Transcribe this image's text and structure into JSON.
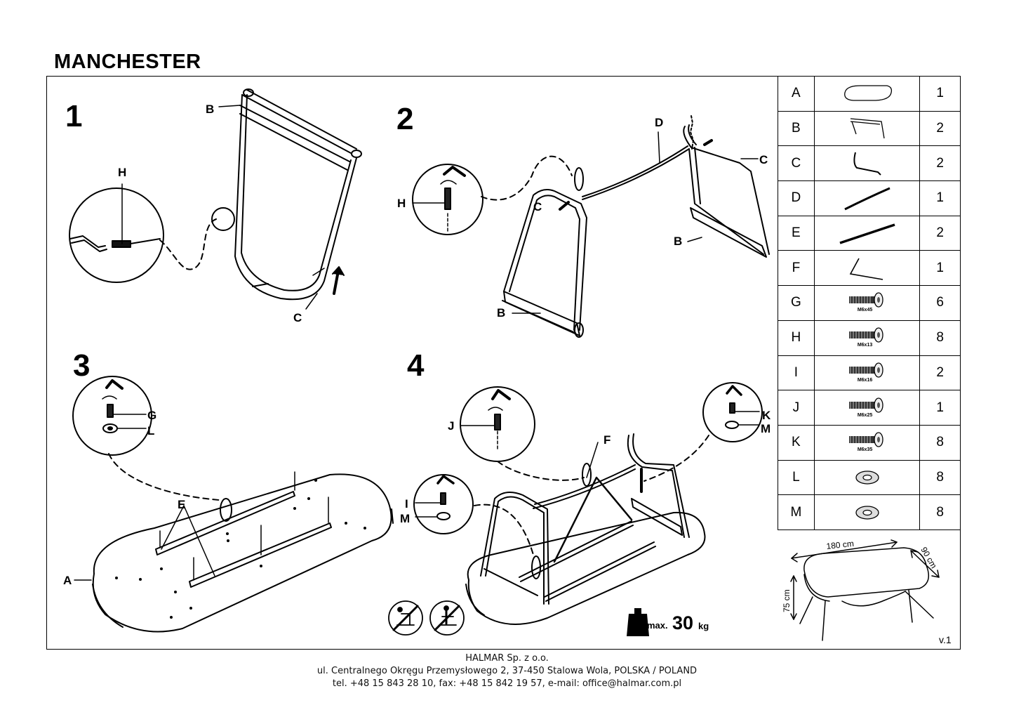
{
  "title": "MANCHESTER",
  "steps": [
    "1",
    "2",
    "3",
    "4"
  ],
  "labels": {
    "s1": {
      "B": "B",
      "H": "H",
      "C": "C"
    },
    "s2": {
      "D": "D",
      "C1": "C",
      "C2": "C",
      "H": "H",
      "B1": "B",
      "B2": "B"
    },
    "s3": {
      "G": "G",
      "L": "L",
      "E": "E",
      "A": "A"
    },
    "s4": {
      "J": "J",
      "F": "F",
      "K": "K",
      "M1": "M",
      "I": "I",
      "M2": "M"
    }
  },
  "max_load": {
    "prefix": "max.",
    "value": "30",
    "unit": "kg"
  },
  "parts": [
    {
      "letter": "A",
      "qty": "1",
      "icon": "tabletop-icon"
    },
    {
      "letter": "B",
      "qty": "2",
      "icon": "base-frame-icon"
    },
    {
      "letter": "C",
      "qty": "2",
      "icon": "leg-curve-icon"
    },
    {
      "letter": "D",
      "qty": "1",
      "icon": "rod-icon"
    },
    {
      "letter": "E",
      "qty": "2",
      "icon": "rail-icon"
    },
    {
      "letter": "F",
      "qty": "1",
      "icon": "allen-key-icon"
    },
    {
      "letter": "G",
      "qty": "6",
      "icon": "screw-icon",
      "size": "M6x45"
    },
    {
      "letter": "H",
      "qty": "8",
      "icon": "screw-icon",
      "size": "M6x13"
    },
    {
      "letter": "I",
      "qty": "2",
      "icon": "screw-icon",
      "size": "M6x16"
    },
    {
      "letter": "J",
      "qty": "1",
      "icon": "screw-icon",
      "size": "M6x25"
    },
    {
      "letter": "K",
      "qty": "8",
      "icon": "screw-icon",
      "size": "M6x35"
    },
    {
      "letter": "L",
      "qty": "8",
      "icon": "washer-icon"
    },
    {
      "letter": "M",
      "qty": "8",
      "icon": "washer-icon"
    }
  ],
  "dimensions": {
    "length": "180 cm",
    "depth": "90 cm",
    "height": "75 cm"
  },
  "version": "v.1",
  "footer": {
    "company": "HALMAR Sp. z o.o.",
    "address": "ul. Centralnego Okręgu Przemysłowego 2, 37-450 Stalowa Wola, POLSKA / POLAND",
    "contact": "tel. +48 15 843 28 10, fax: +48 15 842 19 57, e-mail: office@halmar.com.pl"
  }
}
